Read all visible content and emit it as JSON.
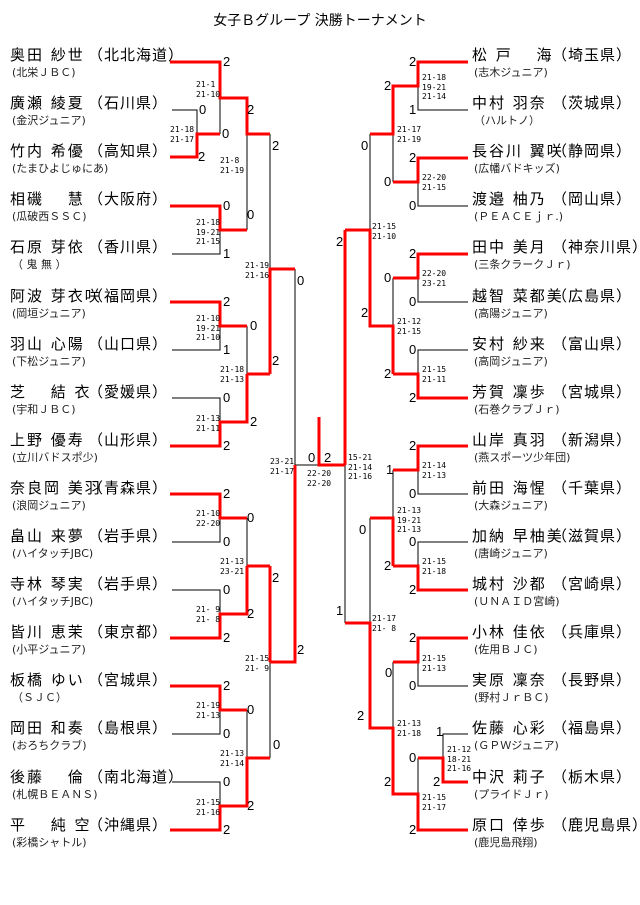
{
  "title": "女子Ｂグループ 決勝トーナメント",
  "colors": {
    "winner_line": "#ff0000",
    "line": "#000000"
  },
  "left_players": [
    {
      "name": "奥田 紗世",
      "pref": "（北北海道）",
      "team": "(北栄ＪＢＣ)"
    },
    {
      "name": "廣瀬 綾夏",
      "pref": "（石川県）",
      "team": "(金沢ジュニア)"
    },
    {
      "name": "竹内 希優",
      "pref": "（高知県）",
      "team": "(たまひよじゅにあ)"
    },
    {
      "name": "相磯　 慧",
      "pref": "（大阪府）",
      "team": "(瓜破西ＳＳＣ)"
    },
    {
      "name": "石原 芽依",
      "pref": "（香川県）",
      "team": "（ 鬼 無 ）"
    },
    {
      "name": "阿波 芽衣咲",
      "pref": "（福岡県）",
      "team": "(岡垣ジュニア)"
    },
    {
      "name": "羽山 心陽",
      "pref": "（山口県）",
      "team": "(下松ジュニア)"
    },
    {
      "name": "芝　 結 衣",
      "pref": "（愛媛県）",
      "team": "(宇和ＪＢＣ)"
    },
    {
      "name": "上野 優寿",
      "pref": "（山形県）",
      "team": "(立川バドスポ少)"
    },
    {
      "name": "奈良岡 美羽",
      "pref": "（青森県）",
      "team": "(浪岡ジュニア)"
    },
    {
      "name": "畠山 来夢",
      "pref": "（岩手県）",
      "team": "(ハイタッチJBC)"
    },
    {
      "name": "寺林 琴実",
      "pref": "（岩手県）",
      "team": "(ハイタッチJBC)"
    },
    {
      "name": "皆川 恵茉",
      "pref": "（東京都）",
      "team": "(小平ジュニア)"
    },
    {
      "name": "板橋 ゆい",
      "pref": "（宮城県）",
      "team": "（ＳＪＣ）"
    },
    {
      "name": "岡田 和奏",
      "pref": "（島根県）",
      "team": "(おろちクラブ)"
    },
    {
      "name": "後藤　 倫",
      "pref": "（南北海道）",
      "team": "(札幌ＢＥＡＮＳ)"
    },
    {
      "name": "平　 純 空",
      "pref": "（沖縄県）",
      "team": "(彩橋シャトル)"
    }
  ],
  "right_players": [
    {
      "name": "松 戸　 海",
      "pref": "（埼玉県）",
      "team": "(志木ジュニア)"
    },
    {
      "name": "中村 羽奈",
      "pref": "（茨城県）",
      "team": "（ハルトノ）"
    },
    {
      "name": "長谷川 翼咲",
      "pref": "（静岡県）",
      "team": "(広幡バドキッズ)"
    },
    {
      "name": "渡邉 柚乃",
      "pref": "（岡山県）",
      "team": "(ＰＥＡＣＥｊｒ.)"
    },
    {
      "name": "田中 美月",
      "pref": "（神奈川県）",
      "team": "(三条クラークＪｒ)"
    },
    {
      "name": "越智 菜都美",
      "pref": "（広島県）",
      "team": "(高陽ジュニア)"
    },
    {
      "name": "安村 紗来",
      "pref": "（富山県）",
      "team": "(高岡ジュニア)"
    },
    {
      "name": "芳賀 凜歩",
      "pref": "（宮城県）",
      "team": "(石巻クラブＪｒ)"
    },
    {
      "name": "山岸 真羽",
      "pref": "（新潟県）",
      "team": "(燕スポーツ少年団)"
    },
    {
      "name": "前田 海惺",
      "pref": "（千葉県）",
      "team": "(大森ジュニア)"
    },
    {
      "name": "加納 早柚美",
      "pref": "（滋賀県）",
      "team": "(唐崎ジュニア)"
    },
    {
      "name": "城村 沙都",
      "pref": "（宮崎県）",
      "team": "(ＵＮＡＩＤ宮崎)"
    },
    {
      "name": "小林 佳依",
      "pref": "（兵庫県）",
      "team": "(佐用ＢＪＣ)"
    },
    {
      "name": "実原 凜奈",
      "pref": "（長野県）",
      "team": "(野村ＪｒＢＣ)"
    },
    {
      "name": "佐藤 心彩",
      "pref": "（福島県）",
      "team": "(ＧＰＷジュニア)"
    },
    {
      "name": "中沢 莉子",
      "pref": "（栃木県）",
      "team": "(プライドＪｒ)"
    },
    {
      "name": "原口 倖歩",
      "pref": "（鹿児島県）",
      "team": "(鹿児島飛翔)"
    }
  ],
  "set_scores": {
    "left": [
      "21-1\n21-10",
      "21-18\n21-17",
      "21-8\n21-19",
      "21-18\n19-21\n21-15",
      "21-19\n21-16",
      "21-10\n19-21\n21-10",
      "21-18\n21-13",
      "21-13\n21-11",
      "23-21\n21-17",
      "21-10\n22-20",
      "21-13\n23-21",
      "21- 9\n21- 8",
      "21-15\n21- 9",
      "21-19\n21-13",
      "21-13\n21-14",
      "21-15\n21-16"
    ],
    "final": "22-20\n22-20",
    "right": [
      "15-21\n21-14\n21-16",
      "21-18\n19-21\n21-14",
      "21-17\n21-19",
      "22-20\n21-15",
      "21-15\n21-10",
      "22-20\n23-21",
      "21-12\n21-15",
      "21-15\n21-11",
      "21-14\n21-13",
      "21-13\n19-21\n21-13",
      "21-15\n21-18",
      "21-17\n21- 8",
      "21-15\n21-13",
      "21-13\n21-18",
      "21-12\n18-21\n21-16",
      "21-15\n21-17"
    ]
  },
  "game_counts": {
    "left": [
      "2",
      "0",
      "2",
      "0",
      "2",
      "0",
      "2",
      "0",
      "1",
      "0",
      "2",
      "1",
      "0",
      "2",
      "0",
      "2",
      "2",
      "2",
      "0",
      "0",
      "2",
      "0",
      "2",
      "2",
      "2",
      "2",
      "0",
      "0",
      "0",
      "0",
      "2",
      "2"
    ],
    "final": [
      "0",
      "2"
    ],
    "right": [
      "2",
      "1",
      "2",
      "2",
      "0",
      "0",
      "0",
      "2",
      "2",
      "0",
      "0",
      "2",
      "0",
      "2",
      "2",
      "2",
      "1",
      "0",
      "0",
      "0",
      "2",
      "2",
      "1",
      "2",
      "0",
      "0",
      "2",
      "1",
      "0",
      "2",
      "2",
      "2"
    ]
  }
}
